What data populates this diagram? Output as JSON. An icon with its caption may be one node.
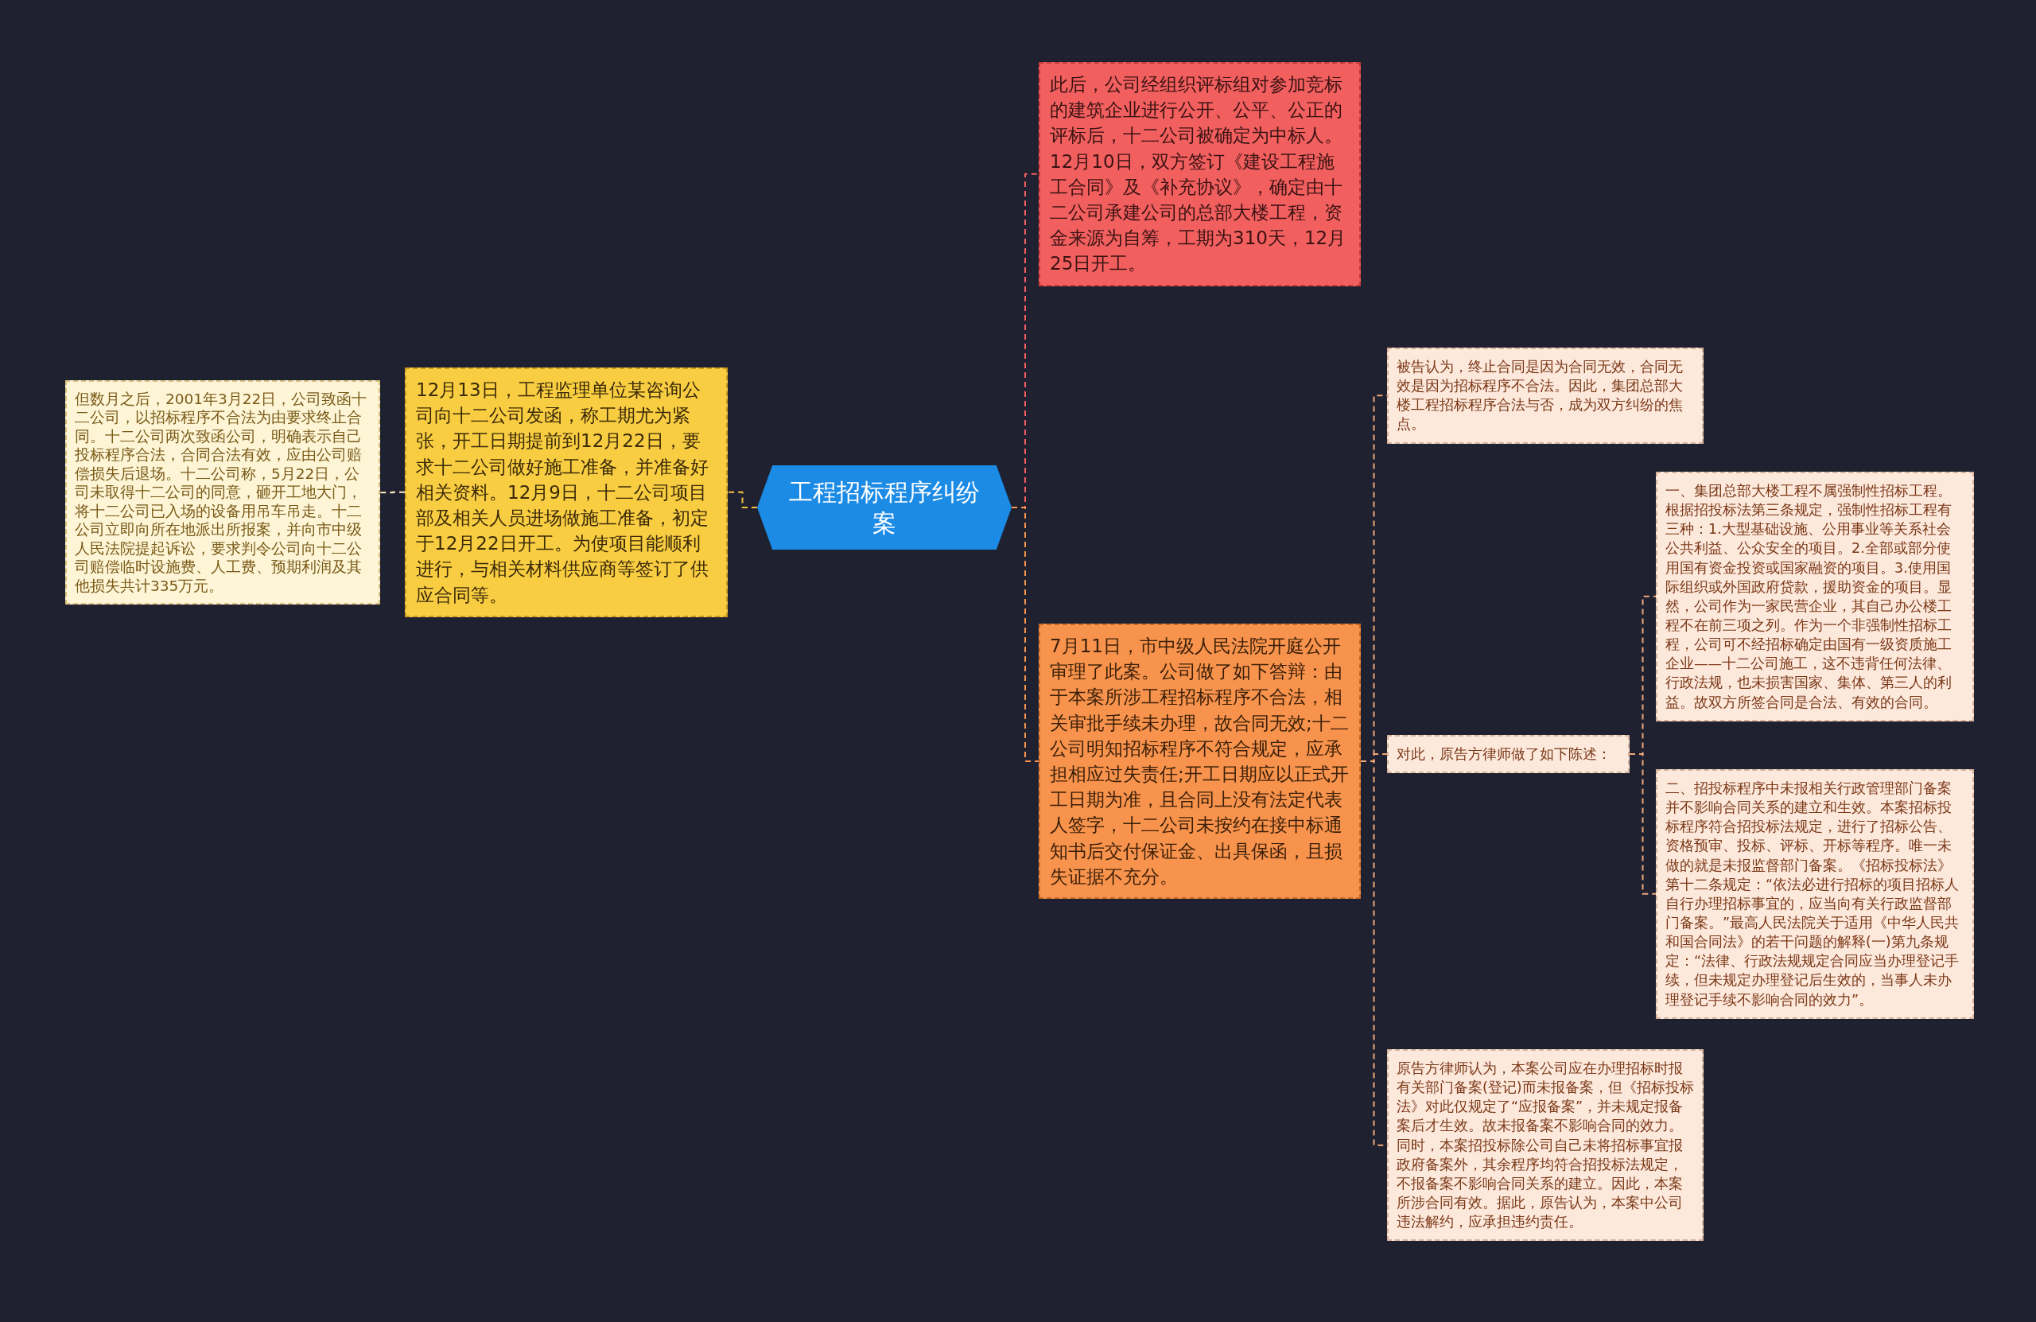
{
  "diagram": {
    "nodes": [
      {
        "text": [
          "工程招标程序纠纷案"
        ]
      },
      {
        "text": [
          "12月13日，工程监理单位某咨询公司向十二公司发函，称工期尤为紧张，开工日期提前到12月22日，要求十二公司做好施工准备，并准备好相关资料。12月9日，十二公司项目部及相关人员进场做施工准备，初定于12月22日开工。为使项目能顺利进行，与相关材料供应商等签订了供应合同等。"
        ]
      },
      {
        "text": [
          "但数月之后，2001年3月22日，公司致函十二公司，以招标程序不合法为由要求终止合同。十二公司两次致函公司，明确表示自己投标程序合法，合同合法有效，应由公司赔偿损失后退场。十二公司称，5月22日，公司未取得十二公司的同意，砸开工地大门，将十二公司已入场的设备用吊车吊走。十二公司立即向所在地派出所报案，并向市中级人民法院提起诉讼，要求判令公司向十二公司赔偿临时设施费、人工费、预期利润及其他损失共计335万元。"
        ]
      },
      {
        "text": [
          "此后，公司经组织评标组对参加竞标的建筑企业进行公开、公平、公正的评标后，十二公司被确定为中标人。12月10日，双方签订《建设工程施工合同》及《补充协议》，确定由十二公司承建公司的总部大楼工程，资金来源为自筹，工期为310天，12月25日开工。"
        ]
      },
      {
        "text": [
          "7月11日，市中级人民法院开庭公开审理了此案。公司做了如下答辩：由于本案所涉工程招标程序不合法，相关审批手续未办理，故合同无效;十二公司明知招标程序不符合规定，应承担相应过失责任;开工日期应以正式开工日期为准，且合同上没有法定代表人签字，十二公司未按约在接中标通知书后交付保证金、出具保函，且损失证据不充分。"
        ]
      },
      {
        "text": [
          "被告认为，终止合同是因为合同无效，合同无效是因为招标程序不合法。因此，集团总部大楼工程招标程序合法与否，成为双方纠纷的焦点。"
        ]
      },
      {
        "text": [
          "对此，原告方律师做了如下陈述："
        ]
      },
      {
        "text": [
          "一、集团总部大楼工程不属强制性招标工程。根据招投标法第三条规定，强制性招标工程有三种：1.大型基础设施、公用事业等关系社会公共利益、公众安全的项目。2.全部或部分使用国有资金投资或国家融资的项目。3.使用国际组织或外国政府贷款，援助资金的项目。显然，公司作为一家民营企业，其自己办公楼工程不在前三项之列。作为一个非强制性招标工程，公司可不经招标确定由国有一级资质施工企业——十二公司施工，这不违背任何法律、行政法规，也未损害国家、集体、第三人的利益。故双方所签合同是合法、有效的合同。"
        ]
      },
      {
        "text": [
          "二、招投标程序中未报相关行政管理部门备案并不影响合同关系的建立和生效。本案招标投标程序符合招投标法规定，进行了招标公告、资格预审、投标、评标、开标等程序。唯一未做的就是未报监督部门备案。《招标投标法》第十二条规定：“依法必进行招标的项目招标人自行办理招标事宜的，应当向有关行政监督部门备案。”最高人民法院关于适用《中华人民共和国合同法》的若干问题的解释(一)第九条规定：“法律、行政法规规定合同应当办理登记手续，但未规定办理登记后生效的，当事人未办理登记手续不影响合同的效力”。"
        ]
      },
      {
        "text": [
          "原告方律师认为，本案公司应在办理招标时报有关部门备案(登记)而未报备案，但《招标投标法》对此仅规定了“应报备案”，并未规定报备案后才生效。故未报备案不影响合同的效力。同时，本案招投标除公司自己未将招标事宜报政府备案外，其余程序均符合招投标法规定，不报备案不影响合同关系的建立。因此，本案所涉合同有效。据此，原告认为，本案中公司违法解约，应承担违约责任。"
        ]
      }
    ],
    "edges": [
      {
        "from": 0,
        "to": 1,
        "arrow": "none",
        "style": "dashed",
        "color": "#f5c342"
      },
      {
        "from": 1,
        "to": 2,
        "arrow": "none",
        "style": "dashed",
        "color": "#fdf0c0"
      },
      {
        "from": 0,
        "to": 3,
        "arrow": "none",
        "style": "dashed",
        "color": "#f25f5f"
      },
      {
        "from": 0,
        "to": 4,
        "arrow": "none",
        "style": "dashed",
        "color": "#f7934c"
      },
      {
        "from": 4,
        "to": 5,
        "arrow": "none",
        "style": "dashed"
      },
      {
        "from": 4,
        "to": 6,
        "arrow": "none",
        "style": "dashed"
      },
      {
        "from": 4,
        "to": 9,
        "arrow": "none",
        "style": "dashed"
      },
      {
        "from": 6,
        "to": 7,
        "arrow": "none",
        "style": "dashed"
      },
      {
        "from": 6,
        "to": 8,
        "arrow": "none",
        "style": "dashed"
      }
    ]
  }
}
